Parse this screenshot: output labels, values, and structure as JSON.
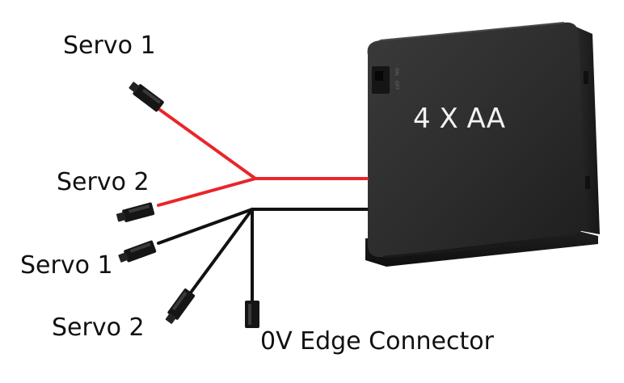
{
  "labels": {
    "servo1_top": "Servo 1",
    "servo2_top": "Servo 2",
    "servo1_bottom": "Servo 1",
    "servo2_bottom": "Servo 2",
    "edge_connector": "0V Edge Connector"
  },
  "battery": {
    "label": "4 X AA"
  },
  "colors": {
    "positive_wire": "#e8262b",
    "negative_wire": "#111111",
    "battery_body": "#2b2b2b",
    "background": "#ffffff"
  }
}
